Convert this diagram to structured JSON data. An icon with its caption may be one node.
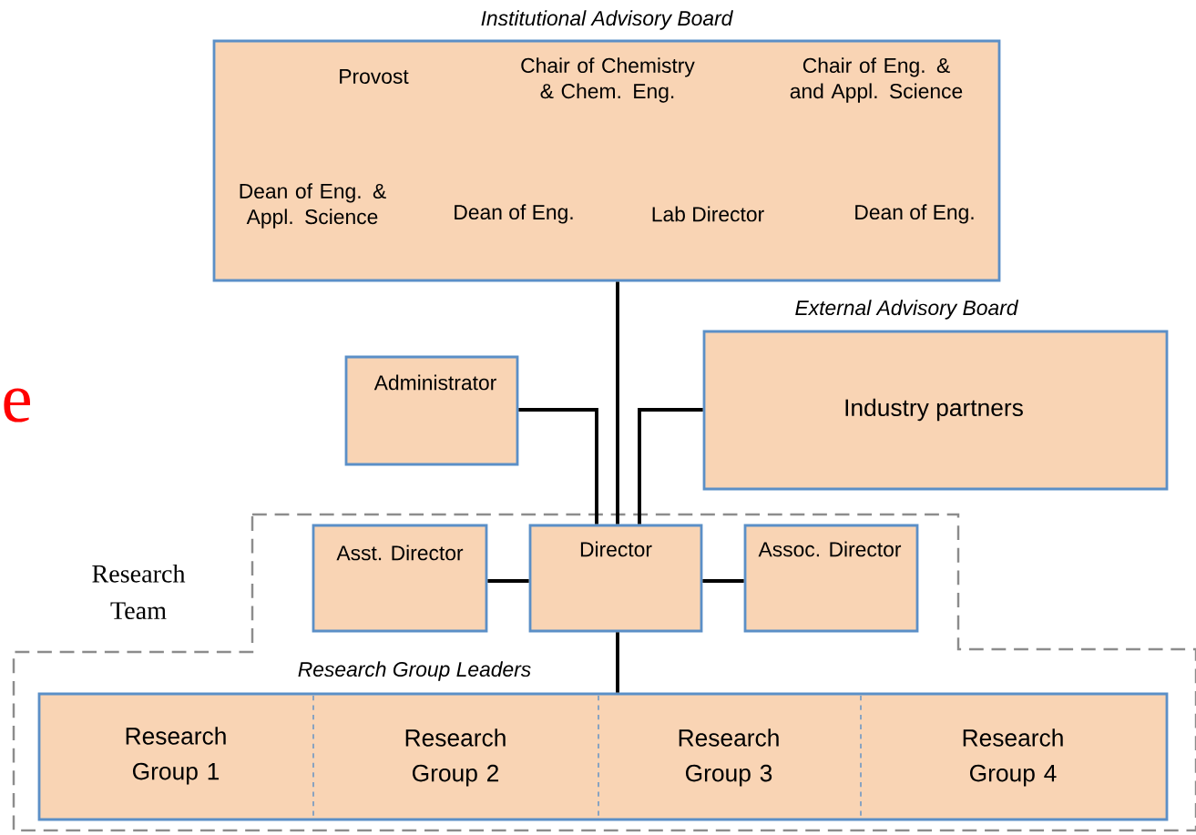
{
  "diagram": {
    "nodes": [
      {
        "text": [
          "Institutional Advisory Board",
          "Provost",
          "Chair of Chemistry & Chem. Eng.",
          "Chair of Eng. & and Appl. Science",
          "Dean of Eng. & Appl. Science",
          "Dean of Eng.",
          "Lab Director",
          "Dean of Eng."
        ]
      },
      {
        "text": [
          "Administrator"
        ]
      },
      {
        "text": [
          "External Advisory Board",
          "Industry partners"
        ]
      },
      {
        "text": [
          "Research Team"
        ]
      },
      {
        "text": [
          "Asst. Director"
        ],
        "in": 3
      },
      {
        "text": [
          "Director"
        ],
        "in": 3
      },
      {
        "text": [
          "Assoc. Director"
        ],
        "in": 3
      },
      {
        "text": [
          "Research Group Leaders"
        ],
        "in": 3
      },
      {
        "text": [
          "Research Group 1"
        ],
        "in": 7
      },
      {
        "text": [
          "Research Group 2"
        ],
        "in": 7
      },
      {
        "text": [
          "Research Group 3"
        ],
        "in": 7
      },
      {
        "text": [
          "Research Group 4"
        ],
        "in": 7
      }
    ],
    "edges": [
      {
        "from": 0,
        "to": 5,
        "arrow": "none"
      },
      {
        "from": 1,
        "to": 5,
        "arrow": "none"
      },
      {
        "from": 2,
        "to": 5,
        "arrow": "none"
      },
      {
        "from": 4,
        "to": 5,
        "arrow": "none"
      },
      {
        "from": 5,
        "to": 6,
        "arrow": "none"
      },
      {
        "from": 5,
        "to": 7,
        "arrow": "none"
      }
    ],
    "labels": [
      "e"
    ]
  }
}
